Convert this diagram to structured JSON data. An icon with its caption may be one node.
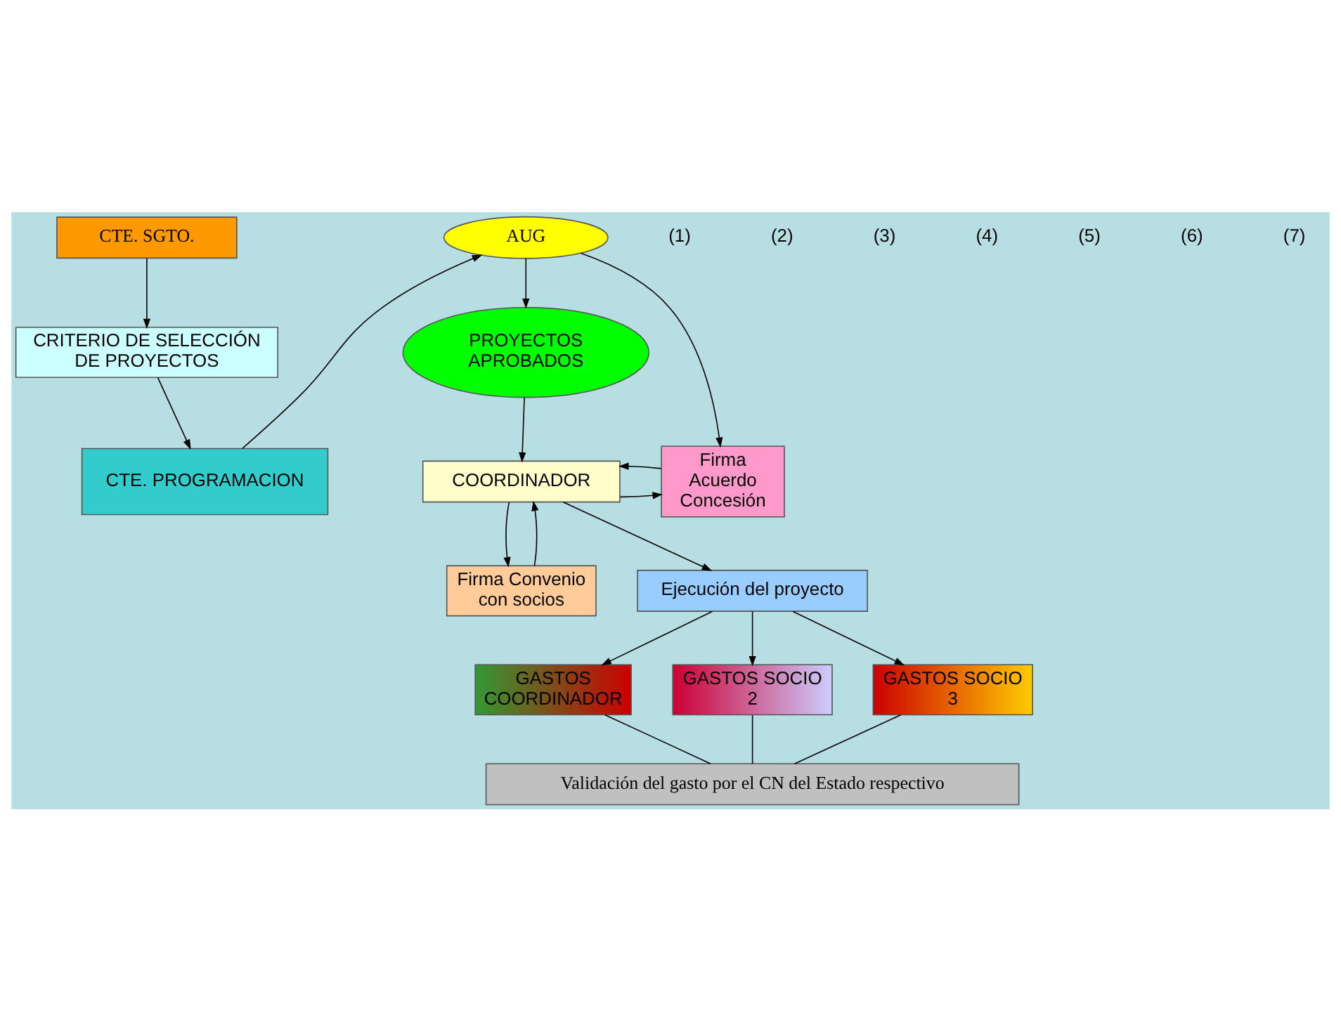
{
  "diagram": {
    "nodes": [
      {
        "text": [
          "CTE. SGTO."
        ]
      },
      {
        "text": [
          "CRITERIO DE SELECCIÓN DE PROYECTOS"
        ]
      },
      {
        "text": [
          "CTE. PROGRAMACION"
        ]
      },
      {
        "text": [
          "AUG"
        ]
      },
      {
        "text": [
          "PROYECTOS APROBADOS"
        ]
      },
      {
        "text": [
          "COORDINADOR"
        ]
      },
      {
        "text": [
          "Firma Acuerdo Concesión"
        ]
      },
      {
        "text": [
          "Firma Convenio con socios"
        ]
      },
      {
        "text": [
          "Ejecución del proyecto"
        ]
      },
      {
        "text": [
          "GASTOS COORDINADOR"
        ]
      },
      {
        "text": [
          "GASTOS SOCIO 2"
        ]
      },
      {
        "text": [
          "GASTOS SOCIO 3"
        ]
      },
      {
        "text": [
          "Validación del gasto por el CN del Estado respectivo"
        ]
      }
    ],
    "edges": [
      {
        "from": 0,
        "to": 1,
        "arrow": "to"
      },
      {
        "from": 1,
        "to": 2,
        "arrow": "to"
      },
      {
        "from": 2,
        "to": 3,
        "arrow": "to"
      },
      {
        "from": 3,
        "to": 4,
        "arrow": "to"
      },
      {
        "from": 3,
        "to": 6,
        "arrow": "to"
      },
      {
        "from": 4,
        "to": 5,
        "arrow": "to"
      },
      {
        "from": 5,
        "to": 6,
        "arrow": "to"
      },
      {
        "from": 6,
        "to": 5,
        "arrow": "to"
      },
      {
        "from": 5,
        "to": 7,
        "arrow": "to"
      },
      {
        "from": 7,
        "to": 5,
        "arrow": "to"
      },
      {
        "from": 5,
        "to": 8,
        "arrow": "to"
      },
      {
        "from": 8,
        "to": 9,
        "arrow": "to"
      },
      {
        "from": 8,
        "to": 10,
        "arrow": "to"
      },
      {
        "from": 8,
        "to": 11,
        "arrow": "to"
      },
      {
        "from": 9,
        "to": 12,
        "arrow": "none"
      },
      {
        "from": 10,
        "to": 12,
        "arrow": "none"
      },
      {
        "from": 11,
        "to": 12,
        "arrow": "none"
      }
    ],
    "labels": [
      "(1)",
      "(2)",
      "(3)",
      "(4)",
      "(5)",
      "(6)",
      "(7)"
    ]
  }
}
